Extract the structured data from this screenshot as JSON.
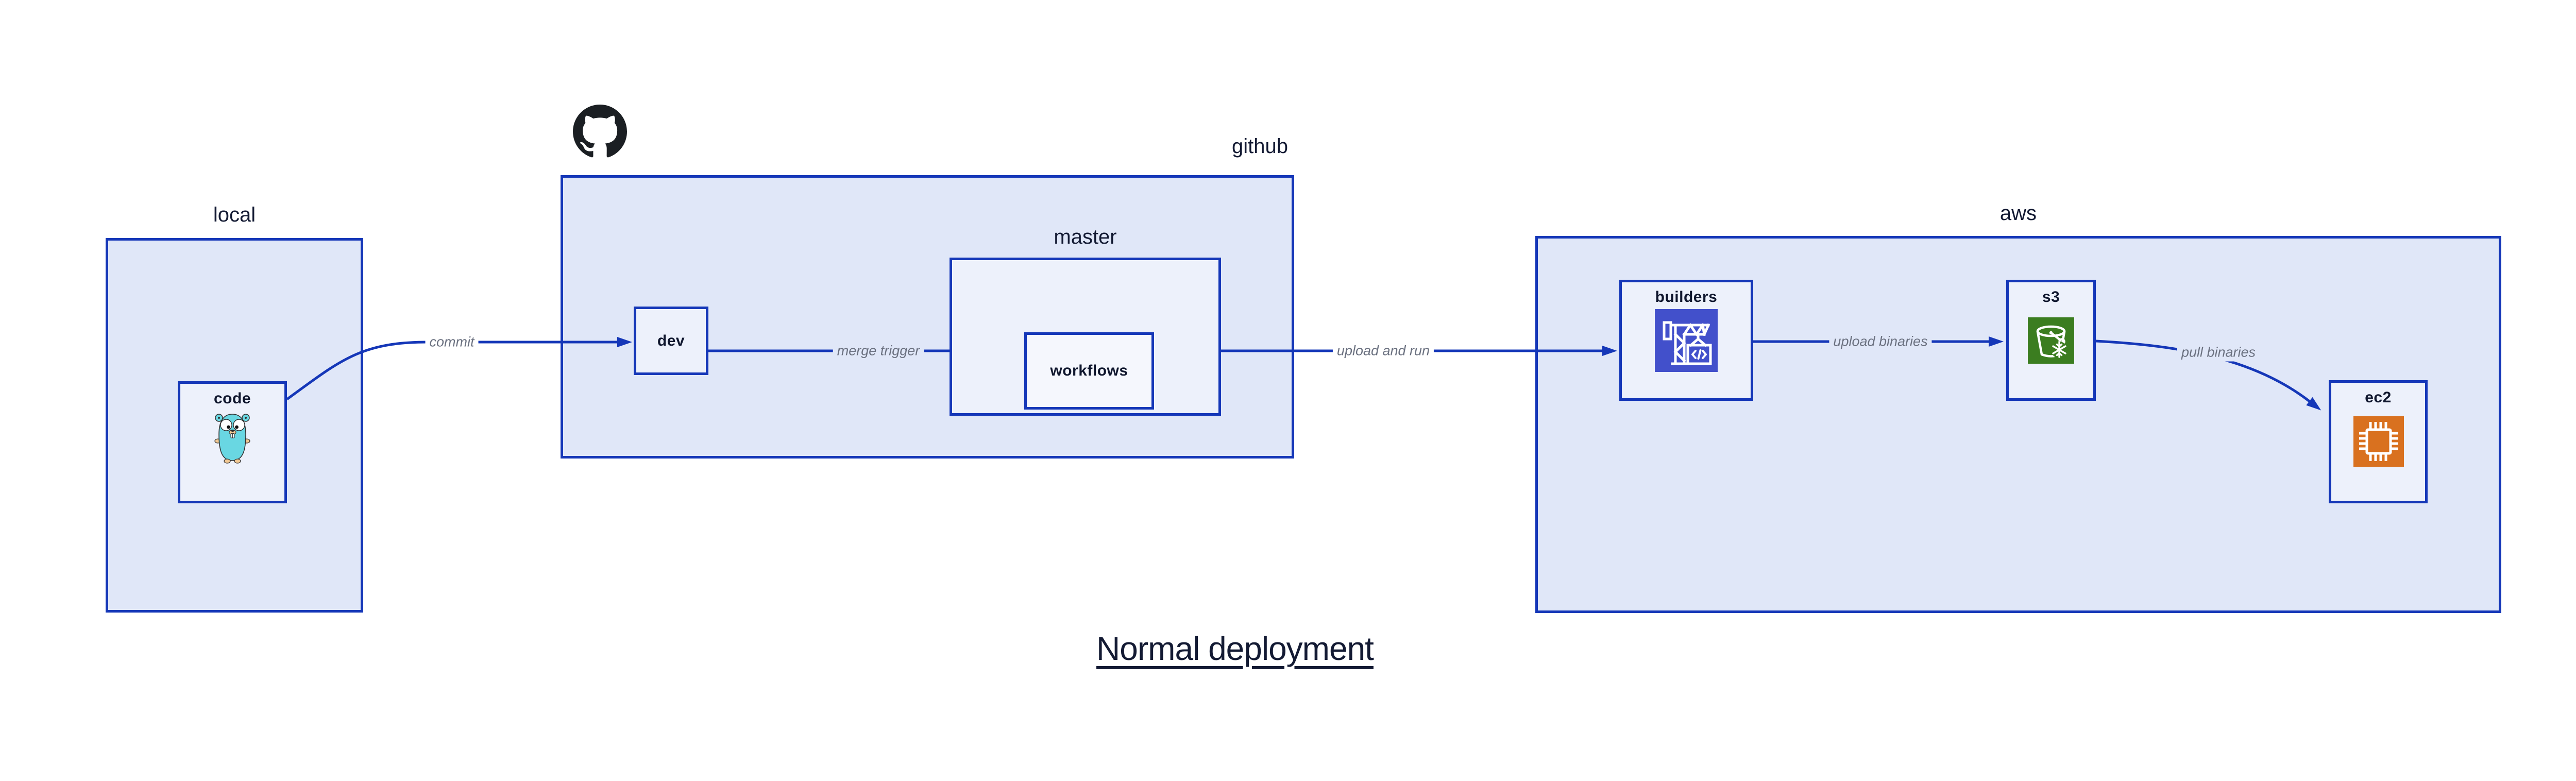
{
  "title": "Normal deployment",
  "containers": {
    "local": {
      "label": "local"
    },
    "github": {
      "label": "github"
    },
    "master": {
      "label": "master"
    },
    "aws": {
      "label": "aws"
    }
  },
  "nodes": {
    "code": {
      "label": "code"
    },
    "dev": {
      "label": "dev"
    },
    "workflows": {
      "label": "workflows"
    },
    "builders": {
      "label": "builders"
    },
    "s3": {
      "label": "s3"
    },
    "ec2": {
      "label": "ec2"
    }
  },
  "edges": {
    "commit": {
      "label": "commit",
      "from": "code",
      "to": "dev"
    },
    "merge_trigger": {
      "label": "merge trigger",
      "from": "dev",
      "to": "workflows"
    },
    "upload_and_run": {
      "label": "upload and run",
      "from": "workflows",
      "to": "builders"
    },
    "upload_binaries": {
      "label": "upload binaries",
      "from": "builders",
      "to": "s3"
    },
    "pull_binaries": {
      "label": "pull binaries",
      "from": "s3",
      "to": "ec2"
    }
  },
  "icons": {
    "github_logo": "github-octocat",
    "code": "go-gopher",
    "builders": "aws-codebuild-crane",
    "s3": "aws-s3-glacier-bucket",
    "ec2": "aws-ec2-chip"
  },
  "colors": {
    "edge_blue": "#1537b8",
    "container_fill": "#e0e7f8",
    "box_fill": "#edf1fb",
    "inner_box_fill": "#f5f7fd",
    "label_navy": "#10172e",
    "edge_label_gray": "#6b7180",
    "codebuild_indigo": "#4250cb",
    "s3_green": "#3b7d20",
    "ec2_orange": "#d9711f",
    "gopher_teal": "#69d7e2",
    "github_black": "#1b1f23"
  }
}
